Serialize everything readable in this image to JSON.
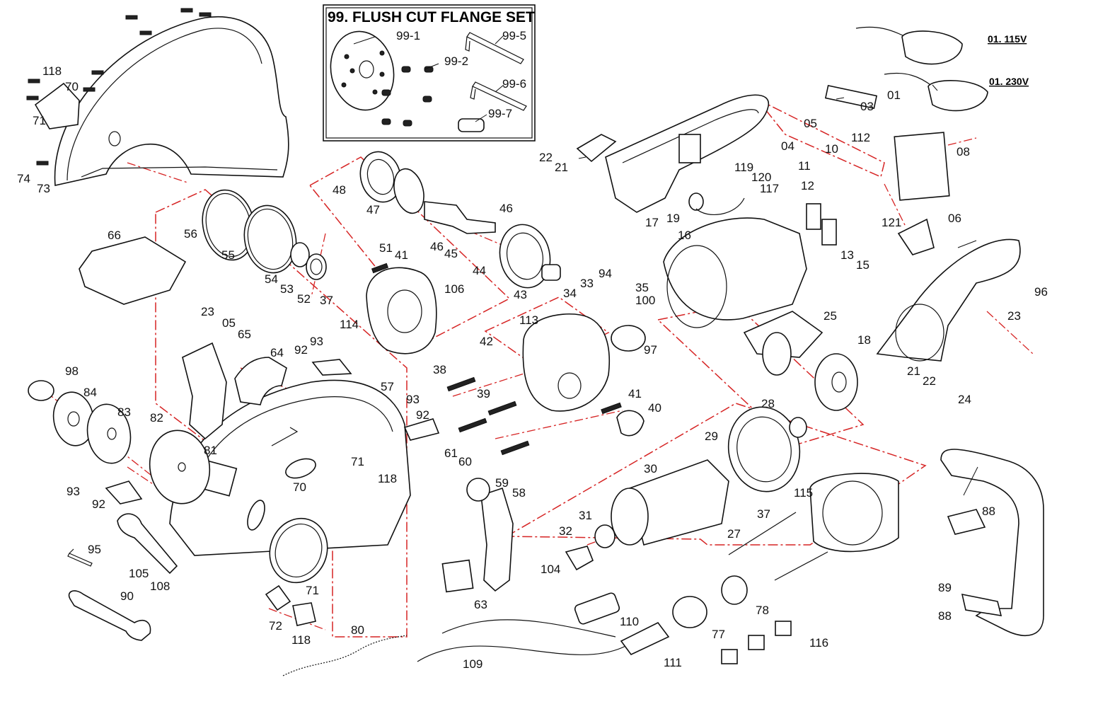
{
  "title": "99. FLUSH CUT FLANGE SET",
  "colors": {
    "outline": "#111111",
    "assembly_line": "#d62424",
    "background": "#ffffff"
  },
  "voltages": [
    "01. 115V",
    "01. 230V"
  ],
  "labels": [
    "118",
    "70",
    "71",
    "74",
    "73",
    "66",
    "56",
    "55",
    "54",
    "53",
    "52",
    "37",
    "23",
    "05",
    "65",
    "64",
    "92",
    "93",
    "57",
    "98",
    "84",
    "83",
    "82",
    "81",
    "93",
    "92",
    "71",
    "70",
    "118",
    "95",
    "105",
    "108",
    "90",
    "71",
    "72",
    "118",
    "80",
    "109",
    "99-1",
    "99-5",
    "99-2",
    "99-6",
    "99-7",
    "48",
    "47",
    "46",
    "46",
    "45",
    "44",
    "43",
    "51",
    "41",
    "106",
    "114",
    "42",
    "113",
    "38",
    "39",
    "93",
    "92",
    "61",
    "60",
    "59",
    "58",
    "104",
    "63",
    "22",
    "21",
    "17",
    "19",
    "119",
    "120",
    "117",
    "04",
    "05",
    "03",
    "01",
    "10",
    "112",
    "08",
    "11",
    "12",
    "121",
    "06",
    "13",
    "15",
    "16",
    "25",
    "96",
    "23",
    "18",
    "21",
    "22",
    "24",
    "33",
    "94",
    "34",
    "35",
    "100",
    "97",
    "41",
    "40",
    "28",
    "29",
    "30",
    "31",
    "32",
    "115",
    "37",
    "27",
    "88",
    "89",
    "88",
    "110",
    "77",
    "78",
    "116",
    "111"
  ]
}
